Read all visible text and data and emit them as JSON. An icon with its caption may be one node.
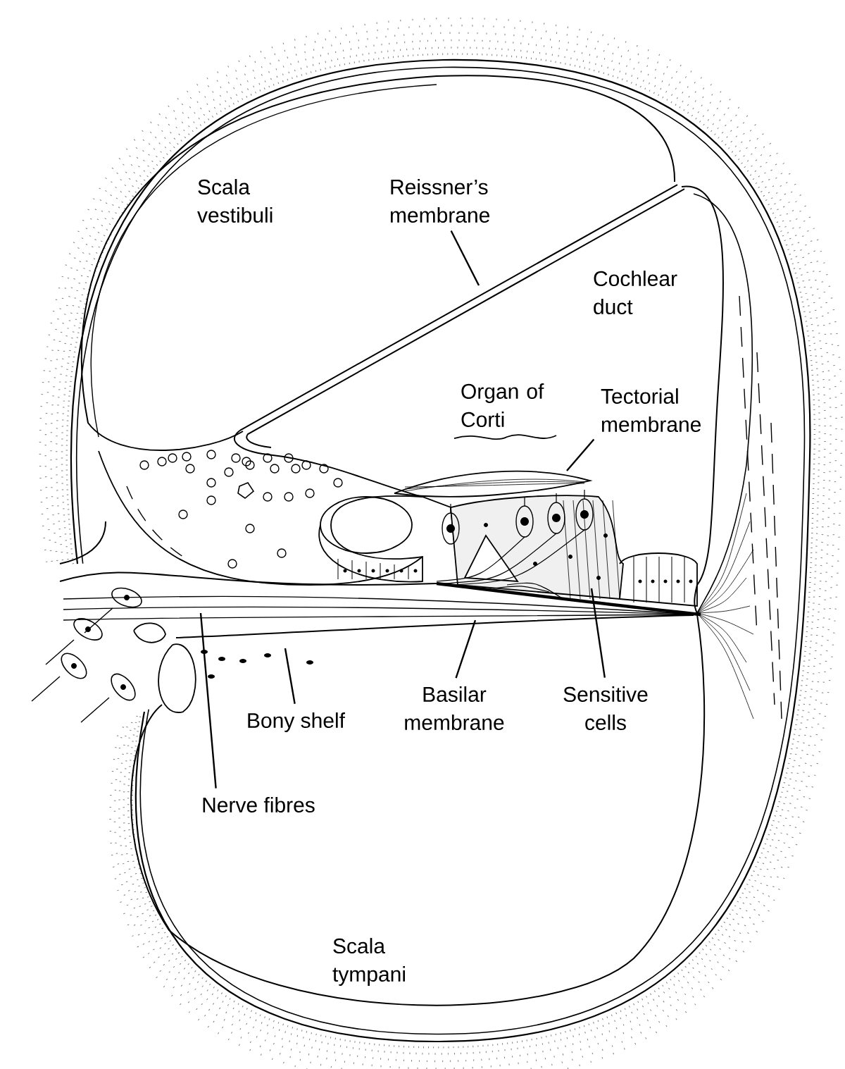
{
  "diagram": {
    "nodes": [
      {
        "text": [
          "Reissner’s membrane"
        ]
      },
      {
        "text": [
          "Tectorial membrane"
        ]
      },
      {
        "text": [
          "Basilar membrane"
        ]
      },
      {
        "text": [
          "Sensitive cells"
        ]
      },
      {
        "text": [
          "Bony shelf"
        ]
      },
      {
        "text": [
          "Nerve fibres"
        ]
      }
    ],
    "edges": [
      {
        "from": 0,
        "to": null,
        "arrow": "none"
      },
      {
        "from": 1,
        "to": null,
        "arrow": "none"
      },
      {
        "from": 2,
        "to": null,
        "arrow": "none"
      },
      {
        "from": 3,
        "to": null,
        "arrow": "none"
      },
      {
        "from": 4,
        "to": null,
        "arrow": "none"
      },
      {
        "from": 5,
        "to": null,
        "arrow": "none"
      }
    ],
    "labels": [
      "Scala vestibuli",
      "Cochlear duct",
      "Organ of Corti",
      "Scala tympani"
    ]
  }
}
